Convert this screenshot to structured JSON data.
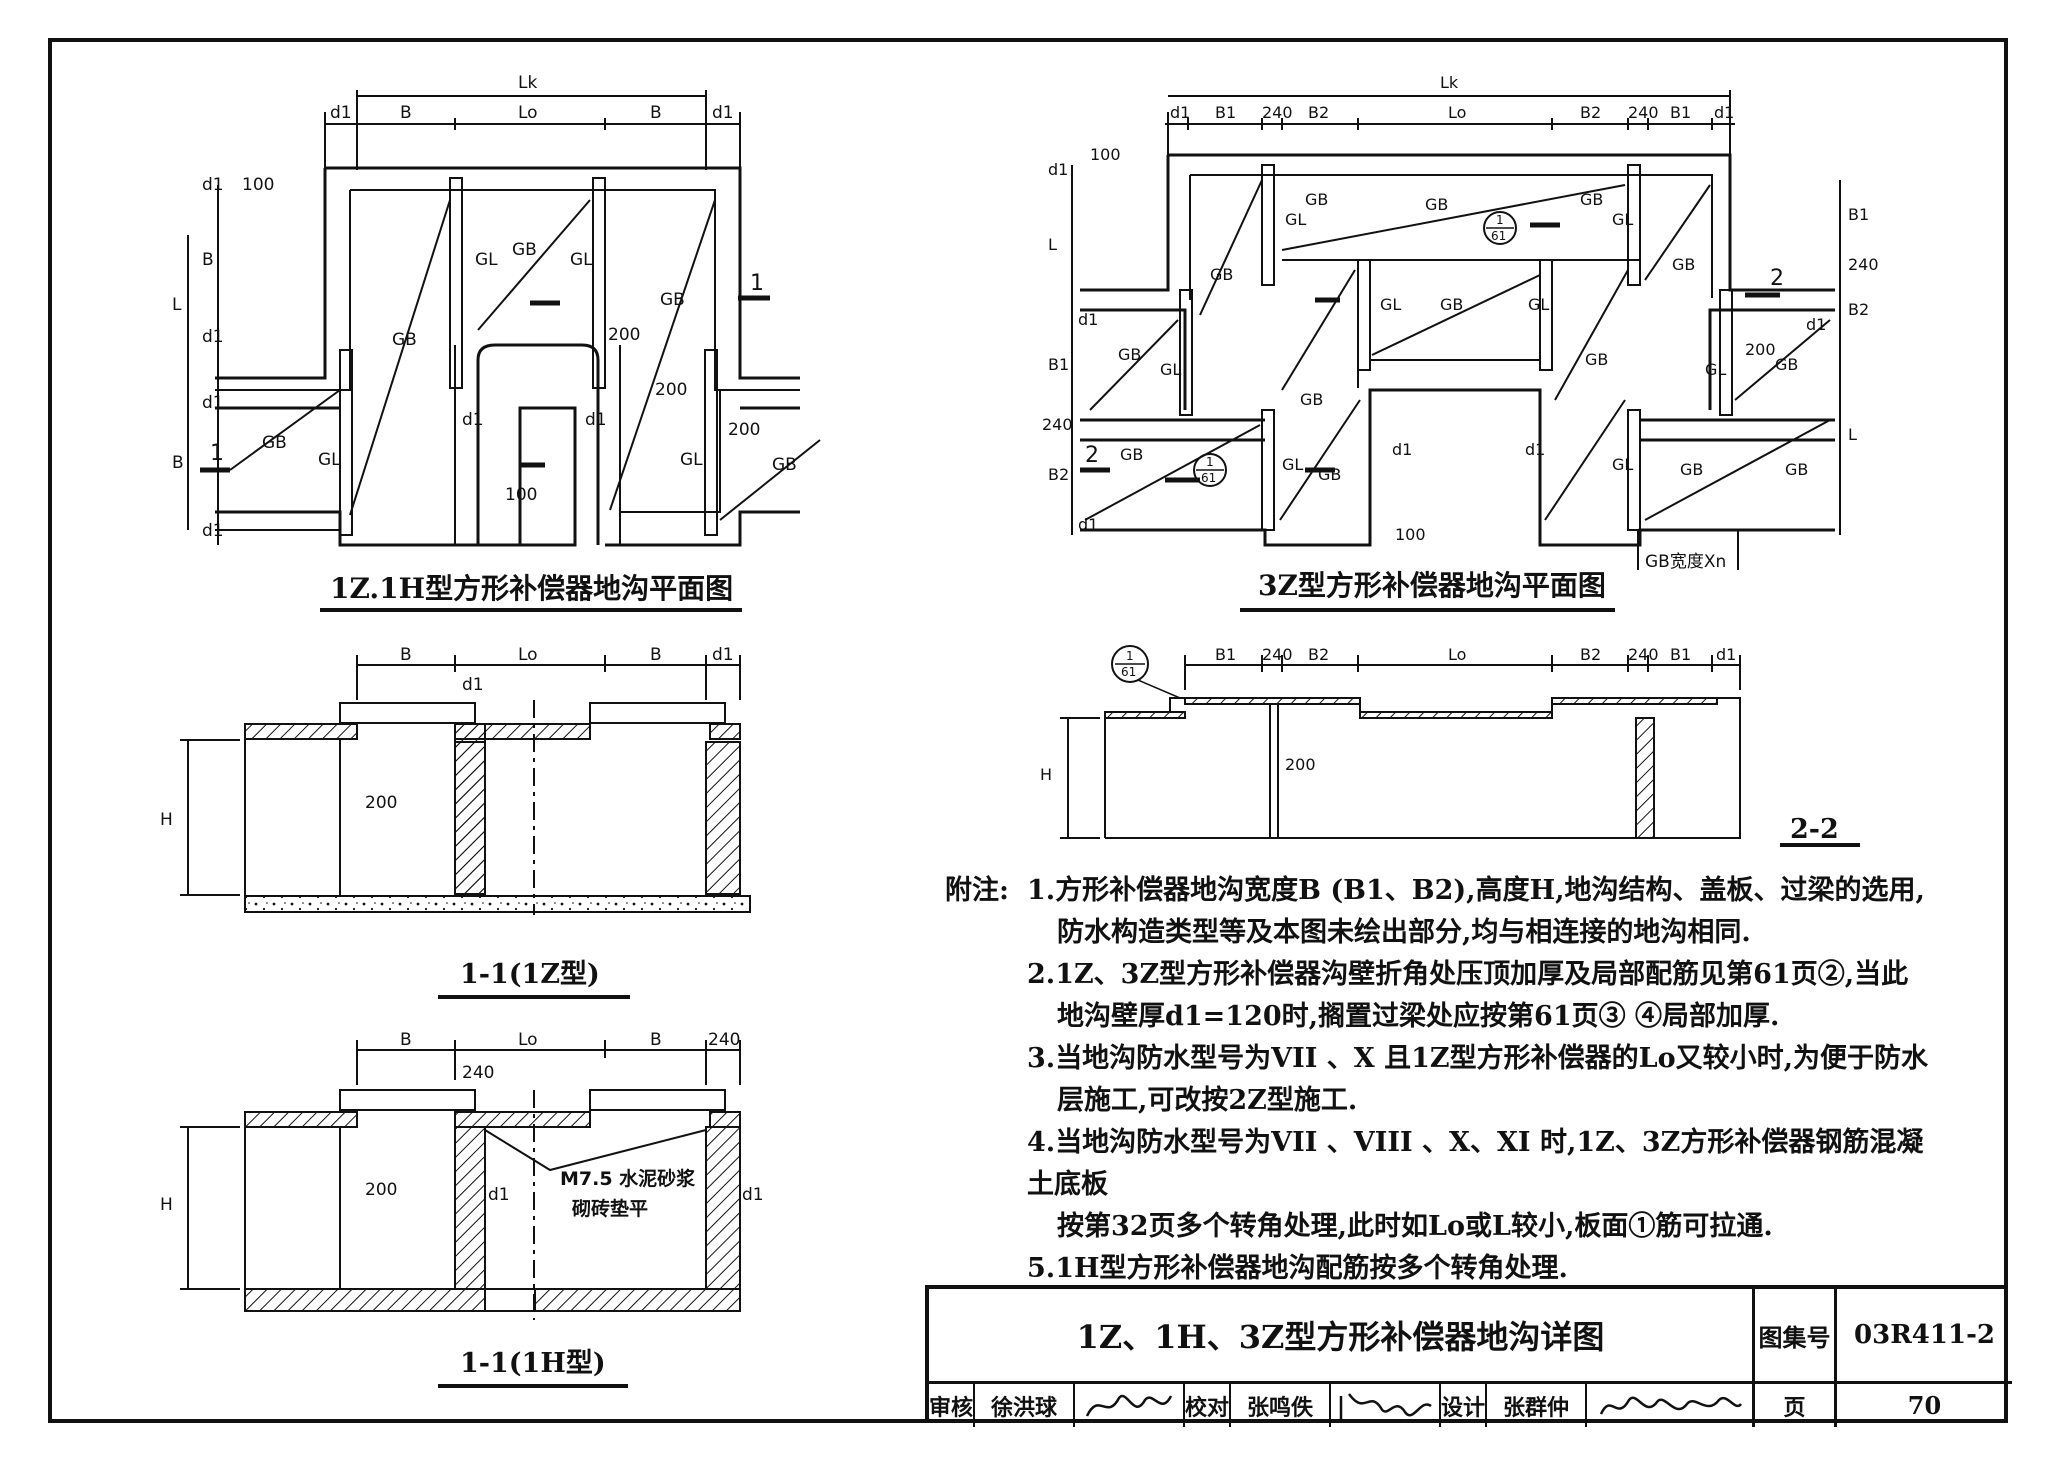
{
  "drawing_sheet": {
    "plan_1z1h": {
      "caption": "1Z.1H型方形补偿器地沟平面图",
      "dims_top": [
        "d1",
        "B",
        "Lo",
        "B",
        "d1"
      ],
      "dim_overall": "Lk",
      "dims_left": [
        "d1",
        "100",
        "B",
        "d1",
        "L",
        "d1",
        "B",
        "d1"
      ],
      "labels": {
        "gb": "GB",
        "gl": "GL",
        "d1": "d1",
        "v200": "200",
        "v100": "100",
        "sec": "1"
      }
    },
    "plan_3z": {
      "caption": "3Z型方形补偿器地沟平面图",
      "dims_top": [
        "d1",
        "B1",
        "240",
        "B2",
        "Lo",
        "B2",
        "240",
        "B1",
        "d1"
      ],
      "dim_overall": "Lk",
      "dims_left": [
        "d1",
        "100",
        "L",
        "d1",
        "B1",
        "240",
        "B2",
        "d1"
      ],
      "dims_right": [
        "B1",
        "240",
        "B2",
        "d1",
        "L"
      ],
      "labels": {
        "gb": "GB",
        "gl": "GL",
        "d1": "d1",
        "v200": "200",
        "v100": "100",
        "sec": "2",
        "ref_num": "1",
        "ref_den": "61",
        "gb_width": "GB宽度Xn"
      }
    },
    "section_1z": {
      "caption": "1-1(1Z型)",
      "dims_top": [
        "B",
        "Lo",
        "B",
        "d1"
      ],
      "labels": {
        "d1": "d1",
        "h": "H",
        "v200": "200"
      }
    },
    "section_1h": {
      "caption": "1-1(1H型)",
      "dims_top": [
        "B",
        "Lo",
        "B",
        "240"
      ],
      "labels": {
        "t240": "240",
        "h": "H",
        "v200": "200",
        "d1": "d1",
        "note_line1": "M7.5 水泥砂浆",
        "note_line2": "砌砖垫平"
      }
    },
    "section_2_2": {
      "caption": "2-2",
      "dims_top": [
        "B1",
        "240",
        "B2",
        "Lo",
        "B2",
        "240",
        "B1",
        "d1"
      ],
      "labels": {
        "h": "H",
        "v200": "200",
        "ref_num": "1",
        "ref_den": "61"
      }
    }
  },
  "notes": {
    "label": "附注:",
    "items": [
      {
        "num": "1.",
        "line1": "方形补偿器地沟宽度B (B1、B2),高度H,地沟结构、盖板、过梁的选用,",
        "line2": "防水构造类型等及本图未绘出部分,均与相连接的地沟相同."
      },
      {
        "num": "2.",
        "line1": "1Z、3Z型方形补偿器沟壁折角处压顶加厚及局部配筋见第61页②,当此",
        "line2": "地沟壁厚d1=120时,搁置过梁处应按第61页③ ④局部加厚."
      },
      {
        "num": "3.",
        "line1": "当地沟防水型号为VII 、X 且1Z型方形补偿器的Lo又较小时,为便于防水",
        "line2": "层施工,可改按2Z型施工."
      },
      {
        "num": "4.",
        "line1": "当地沟防水型号为VII 、VIII 、X、XI 时,1Z、3Z方形补偿器钢筋混凝土底板",
        "line2": "按第32页多个转角处理,此时如Lo或L较小,板面①筋可拉通."
      },
      {
        "num": "5.",
        "line1": "1H型方形补偿器地沟配筋按多个转角处理.",
        "line2": ""
      }
    ]
  },
  "title_block": {
    "title": "1Z、1H、3Z型方形补偿器地沟详图",
    "atlas_label": "图集号",
    "atlas_no": "03R411-2",
    "review_label": "审核",
    "reviewer": "徐洪球",
    "check_label": "校对",
    "checker": "张鸣佚",
    "design_label": "设计",
    "designer": "张群仲",
    "page_label": "页",
    "page_no": "70"
  }
}
